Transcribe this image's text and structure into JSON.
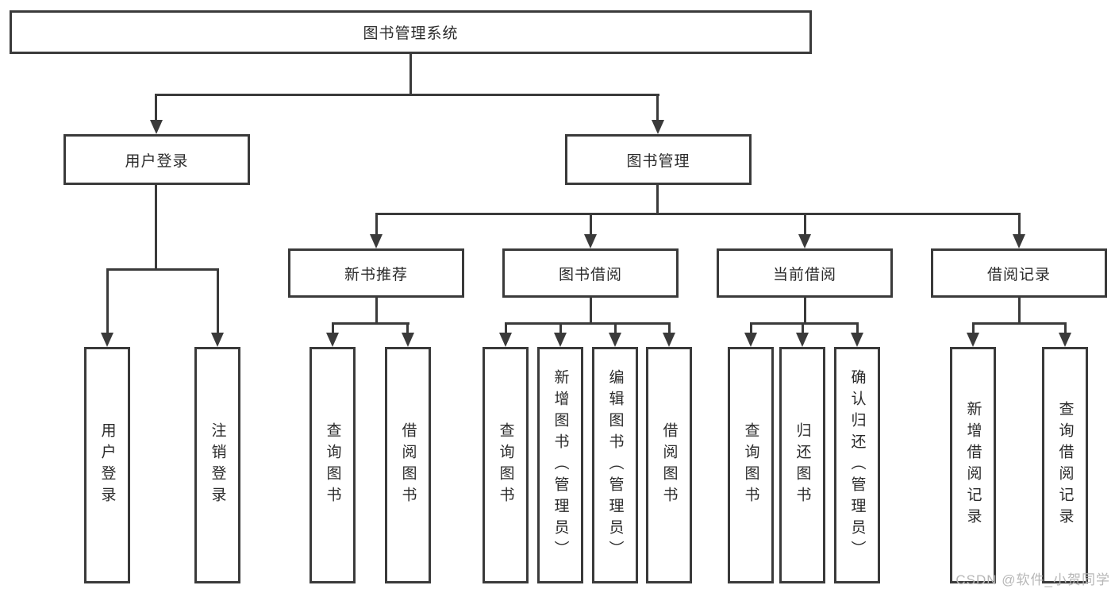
{
  "nodes": {
    "root": "图书管理系统",
    "level1": [
      "用户登录",
      "图书管理"
    ],
    "level2": [
      "新书推荐",
      "图书借阅",
      "当前借阅",
      "借阅记录"
    ],
    "leaves_user_login": [
      "用户登录",
      "注销登录"
    ],
    "leaves_new_book": [
      "查询图书",
      "借阅图书"
    ],
    "leaves_book_borrow": [
      "查询图书",
      "新增图书（管理员）",
      "编辑图书（管理员）",
      "借阅图书"
    ],
    "leaves_current_borrow": [
      "查询图书",
      "归还图书",
      "确认归还（管理员）"
    ],
    "leaves_borrow_record": [
      "新增借阅记录",
      "查询借阅记录"
    ]
  },
  "watermark": {
    "text": "CSDN @软件_小贺同学",
    "color": "#b7b7b7"
  },
  "colors": {
    "line": "#3a3a3a",
    "text": "#2b2b2b",
    "background": "#ffffff"
  }
}
